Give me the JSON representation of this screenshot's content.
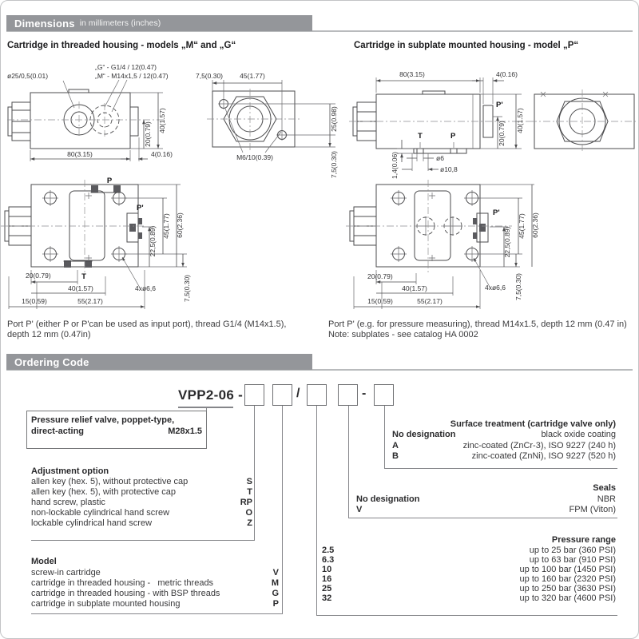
{
  "sections": {
    "dimensions": {
      "title": "Dimensions",
      "subtitle": "in millimeters (inches)"
    },
    "ordering": {
      "title": "Ordering Code"
    }
  },
  "drawings": {
    "left_title": "Cartridge in threaded housing - models „M“ and „G“",
    "right_title": "Cartridge in subplate mounted housing - model „P“",
    "left_note_1": "Port P' (either P or P'can be used as input port), thread G1/4 (M14x1.5),",
    "left_note_2": "depth 12 mm (0.47in)",
    "right_note_1": "Port P' (e.g. for pressure measuring), thread M14x1.5, depth 12 mm (0.47 in)",
    "right_note_2": "Note: subplates - see catalog HA 0002"
  },
  "dims": {
    "dia25": "ø25/0,5(0.01)",
    "gthread": "„G“ - G1/4 / 12(0.47)",
    "mthread": "„M“ - M14x1,5 / 12(0.47)",
    "d80": "80(3.15)",
    "d4": "4(0.16)",
    "d20": "20(0.79)",
    "d40": "40(1.57)",
    "d45": "45(1.77)",
    "d75": "7,5(0.30)",
    "d25": "25(0.98)",
    "d225": "22,5(0.89)",
    "d60": "60(2.36)",
    "d15": "15(0.59)",
    "d55": "55(2.17)",
    "d4x66": "4xø6,6",
    "d14": "1,4(0.06)",
    "dia6": "ø6",
    "dia108": "ø10,8",
    "m6": "M6/10(0.39)",
    "p": "P",
    "p2": "P'",
    "t": "T"
  },
  "ordering": {
    "code_prefix": "VPP2-06 -",
    "slash": "/",
    "dash": "-",
    "product": {
      "line1": "Pressure relief valve, poppet-type,",
      "line2": "direct-acting",
      "thread": "M28x1.5"
    },
    "adjustment": {
      "title": "Adjustment option",
      "rows": [
        {
          "label": "allen key (hex. 5), without protective cap",
          "code": "S"
        },
        {
          "label": "allen key (hex. 5), with protective cap",
          "code": "T"
        },
        {
          "label": "hand screw, plastic",
          "code": "RP"
        },
        {
          "label": "non-lockable cylindrical hand screw",
          "code": "O"
        },
        {
          "label": "lockable cylindrical hand screw",
          "code": "Z"
        }
      ]
    },
    "model": {
      "title": "Model",
      "rows": [
        {
          "label": "screw-in cartridge",
          "code": "V"
        },
        {
          "label": "cartridge in threaded housing -   metric threads",
          "code": "M"
        },
        {
          "label": "cartridge in threaded housing - with BSP threads",
          "code": "G"
        },
        {
          "label": "cartridge in subplate mounted housing",
          "code": "P"
        }
      ]
    },
    "surface": {
      "title": "Surface treatment (cartridge valve only)",
      "rows": [
        {
          "code": "No designation",
          "label": "black oxide coating"
        },
        {
          "code": "A",
          "label": "zinc-coated (ZnCr-3), ISO 9227 (240 h)"
        },
        {
          "code": "B",
          "label": "zinc-coated (ZnNi), ISO 9227 (520 h)"
        }
      ]
    },
    "seals": {
      "title": "Seals",
      "rows": [
        {
          "code": "No designation",
          "label": "NBR"
        },
        {
          "code": "V",
          "label": "FPM (Viton)"
        }
      ]
    },
    "pressure": {
      "title": "Pressure range",
      "rows": [
        {
          "code": "2.5",
          "label": "up to 25 bar (360 PSI)"
        },
        {
          "code": "6.3",
          "label": "up to 63 bar (910 PSI)"
        },
        {
          "code": "10",
          "label": "up to 100 bar (1450 PSI)"
        },
        {
          "code": "16",
          "label": "up to 160 bar (2320 PSI)"
        },
        {
          "code": "25",
          "label": "up to 250 bar (3630 PSI)"
        },
        {
          "code": "32",
          "label": "up to 320 bar (4600 PSI)"
        }
      ]
    }
  }
}
